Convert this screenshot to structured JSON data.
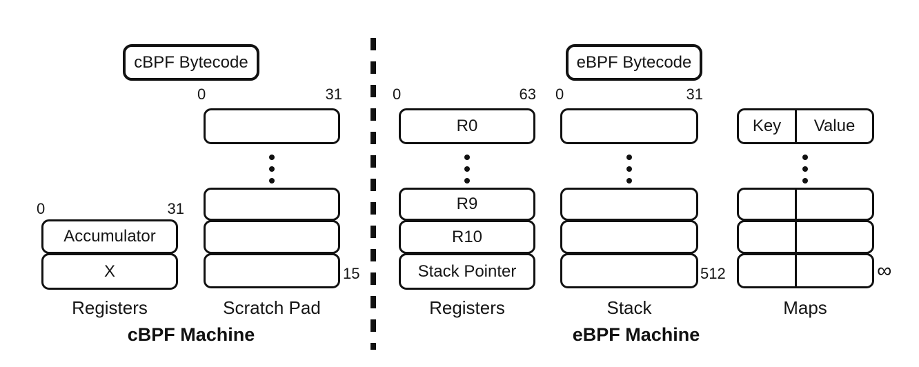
{
  "diagram": {
    "left": {
      "bytecode_label": "cBPF Bytecode",
      "machine_label": "cBPF Machine",
      "registers": {
        "bit_start": "0",
        "bit_end": "31",
        "cells": [
          "Accumulator",
          "X"
        ],
        "caption": "Registers"
      },
      "scratch_pad": {
        "bit_start": "0",
        "bit_end": "31",
        "last_slot": "15",
        "caption": "Scratch Pad"
      }
    },
    "right": {
      "bytecode_label": "eBPF Bytecode",
      "machine_label": "eBPF Machine",
      "registers": {
        "bit_start": "0",
        "bit_end": "63",
        "first_cell": "R0",
        "cells": [
          "R9",
          "R10",
          "Stack Pointer"
        ],
        "caption": "Registers"
      },
      "stack": {
        "bit_start": "0",
        "bit_end": "31",
        "last_slot": "512",
        "caption": "Stack"
      },
      "maps": {
        "headers": [
          "Key",
          "Value"
        ],
        "last_slot": "∞",
        "caption": "Maps"
      }
    },
    "colors": {
      "ink": "#161616",
      "stroke": "#111111",
      "background": "#ffffff"
    }
  }
}
